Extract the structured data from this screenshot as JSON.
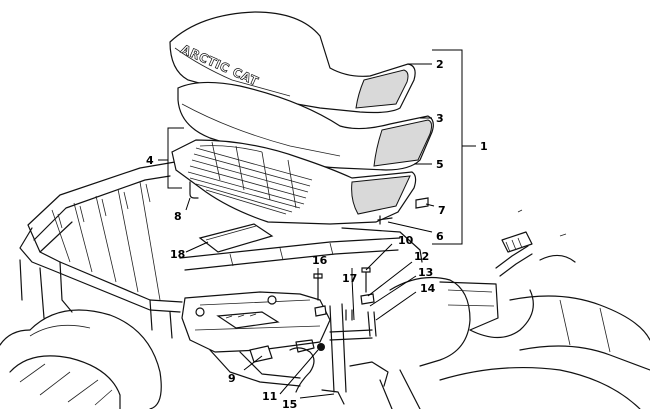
{
  "logo_text": "ARCTIC CAT",
  "callouts": [
    {
      "id": "1",
      "label": "1"
    },
    {
      "id": "2",
      "label": "2"
    },
    {
      "id": "3",
      "label": "3"
    },
    {
      "id": "4",
      "label": "4"
    },
    {
      "id": "5",
      "label": "5"
    },
    {
      "id": "6",
      "label": "6"
    },
    {
      "id": "7",
      "label": "7"
    },
    {
      "id": "8",
      "label": "8"
    },
    {
      "id": "9",
      "label": "9"
    },
    {
      "id": "10",
      "label": "10"
    },
    {
      "id": "11",
      "label": "11"
    },
    {
      "id": "12",
      "label": "12"
    },
    {
      "id": "13",
      "label": "13"
    },
    {
      "id": "14",
      "label": "14"
    },
    {
      "id": "15",
      "label": "15"
    },
    {
      "id": "16",
      "label": "16"
    },
    {
      "id": "17",
      "label": "17"
    },
    {
      "id": "18",
      "label": "18"
    }
  ]
}
